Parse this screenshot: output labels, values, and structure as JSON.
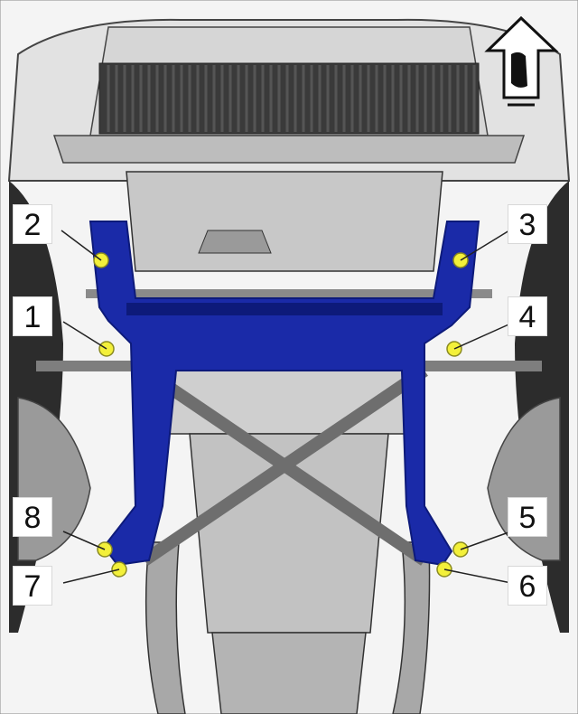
{
  "colors": {
    "frame": "#1a2aa8",
    "frame_dark": "#0d1a7a",
    "bolt": "#f3f03a",
    "background": "#f4f4f4",
    "line": "#333333",
    "part_gray": "#c8c8c8",
    "part_dark": "#7a7a7a"
  },
  "icons": {
    "orientation": "vehicle-front-direction-arrow-icon"
  },
  "callouts": [
    {
      "id": "callout-1",
      "label": "1"
    },
    {
      "id": "callout-2",
      "label": "2"
    },
    {
      "id": "callout-3",
      "label": "3"
    },
    {
      "id": "callout-4",
      "label": "4"
    },
    {
      "id": "callout-5",
      "label": "5"
    },
    {
      "id": "callout-6",
      "label": "6"
    },
    {
      "id": "callout-7",
      "label": "7"
    },
    {
      "id": "callout-8",
      "label": "8"
    }
  ]
}
